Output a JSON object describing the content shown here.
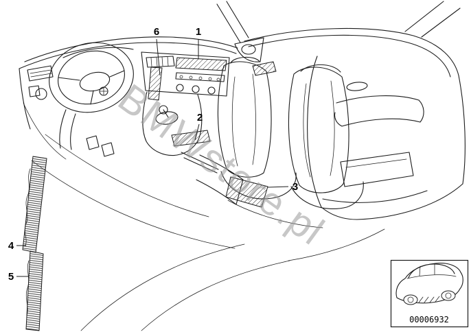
{
  "diagram": {
    "watermark": "BMWstore.pl",
    "callouts": [
      {
        "id": "1"
      },
      {
        "id": "2"
      },
      {
        "id": "3"
      },
      {
        "id": "4"
      },
      {
        "id": "5"
      },
      {
        "id": "6"
      }
    ],
    "colors": {
      "ink": "#1b1b1b",
      "watermark": "#9a9a9a"
    }
  },
  "footer": {
    "part_number": "00006932"
  }
}
